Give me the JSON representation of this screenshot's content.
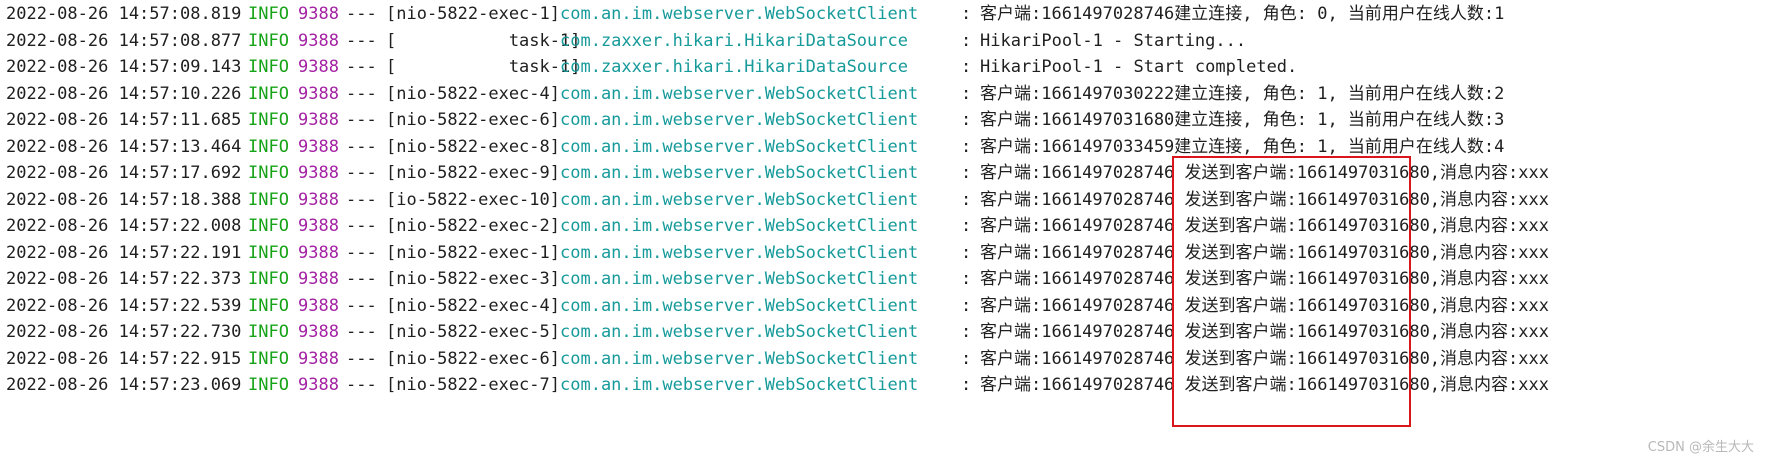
{
  "colors": {
    "info": "#17a317",
    "pid": "#a321a3",
    "logger": "#179a9a",
    "highlight_border": "#d9161c",
    "text": "#1f1f1f"
  },
  "log": {
    "lines": [
      {
        "time": "2022-08-26 14:57:08.819",
        "level": "INFO",
        "pid": "9388",
        "sep": "---",
        "thread": "[nio-5822-exec-1]",
        "logger": "com.an.im.webserver.WebSocketClient",
        "colon": ":",
        "message": "客户端:1661497028746建立连接, 角色: 0, 当前用户在线人数:1"
      },
      {
        "time": "2022-08-26 14:57:08.877",
        "level": "INFO",
        "pid": "9388",
        "sep": "---",
        "thread": "[           task-1]",
        "logger": "com.zaxxer.hikari.HikariDataSource",
        "colon": ":",
        "message": "HikariPool-1 - Starting..."
      },
      {
        "time": "2022-08-26 14:57:09.143",
        "level": "INFO",
        "pid": "9388",
        "sep": "---",
        "thread": "[           task-1]",
        "logger": "com.zaxxer.hikari.HikariDataSource",
        "colon": ":",
        "message": "HikariPool-1 - Start completed."
      },
      {
        "time": "2022-08-26 14:57:10.226",
        "level": "INFO",
        "pid": "9388",
        "sep": "---",
        "thread": "[nio-5822-exec-4]",
        "logger": "com.an.im.webserver.WebSocketClient",
        "colon": ":",
        "message": "客户端:1661497030222建立连接, 角色: 1, 当前用户在线人数:2"
      },
      {
        "time": "2022-08-26 14:57:11.685",
        "level": "INFO",
        "pid": "9388",
        "sep": "---",
        "thread": "[nio-5822-exec-6]",
        "logger": "com.an.im.webserver.WebSocketClient",
        "colon": ":",
        "message": "客户端:1661497031680建立连接, 角色: 1, 当前用户在线人数:3"
      },
      {
        "time": "2022-08-26 14:57:13.464",
        "level": "INFO",
        "pid": "9388",
        "sep": "---",
        "thread": "[nio-5822-exec-8]",
        "logger": "com.an.im.webserver.WebSocketClient",
        "colon": ":",
        "message": "客户端:1661497033459建立连接, 角色: 1, 当前用户在线人数:4"
      },
      {
        "time": "2022-08-26 14:57:17.692",
        "level": "INFO",
        "pid": "9388",
        "sep": "---",
        "thread": "[nio-5822-exec-9]",
        "logger": "com.an.im.webserver.WebSocketClient",
        "colon": ":",
        "message": "客户端:1661497028746 发送到客户端:1661497031680,消息内容:xxx"
      },
      {
        "time": "2022-08-26 14:57:18.388",
        "level": "INFO",
        "pid": "9388",
        "sep": "---",
        "thread": "[io-5822-exec-10]",
        "logger": "com.an.im.webserver.WebSocketClient",
        "colon": ":",
        "message": "客户端:1661497028746 发送到客户端:1661497031680,消息内容:xxx"
      },
      {
        "time": "2022-08-26 14:57:22.008",
        "level": "INFO",
        "pid": "9388",
        "sep": "---",
        "thread": "[nio-5822-exec-2]",
        "logger": "com.an.im.webserver.WebSocketClient",
        "colon": ":",
        "message": "客户端:1661497028746 发送到客户端:1661497031680,消息内容:xxx"
      },
      {
        "time": "2022-08-26 14:57:22.191",
        "level": "INFO",
        "pid": "9388",
        "sep": "---",
        "thread": "[nio-5822-exec-1]",
        "logger": "com.an.im.webserver.WebSocketClient",
        "colon": ":",
        "message": "客户端:1661497028746 发送到客户端:1661497031680,消息内容:xxx"
      },
      {
        "time": "2022-08-26 14:57:22.373",
        "level": "INFO",
        "pid": "9388",
        "sep": "---",
        "thread": "[nio-5822-exec-3]",
        "logger": "com.an.im.webserver.WebSocketClient",
        "colon": ":",
        "message": "客户端:1661497028746 发送到客户端:1661497031680,消息内容:xxx"
      },
      {
        "time": "2022-08-26 14:57:22.539",
        "level": "INFO",
        "pid": "9388",
        "sep": "---",
        "thread": "[nio-5822-exec-4]",
        "logger": "com.an.im.webserver.WebSocketClient",
        "colon": ":",
        "message": "客户端:1661497028746 发送到客户端:1661497031680,消息内容:xxx"
      },
      {
        "time": "2022-08-26 14:57:22.730",
        "level": "INFO",
        "pid": "9388",
        "sep": "---",
        "thread": "[nio-5822-exec-5]",
        "logger": "com.an.im.webserver.WebSocketClient",
        "colon": ":",
        "message": "客户端:1661497028746 发送到客户端:1661497031680,消息内容:xxx"
      },
      {
        "time": "2022-08-26 14:57:22.915",
        "level": "INFO",
        "pid": "9388",
        "sep": "---",
        "thread": "[nio-5822-exec-6]",
        "logger": "com.an.im.webserver.WebSocketClient",
        "colon": ":",
        "message": "客户端:1661497028746 发送到客户端:1661497031680,消息内容:xxx"
      },
      {
        "time": "2022-08-26 14:57:23.069",
        "level": "INFO",
        "pid": "9388",
        "sep": "---",
        "thread": "[nio-5822-exec-7]",
        "logger": "com.an.im.webserver.WebSocketClient",
        "colon": ":",
        "message": "客户端:1661497028746 发送到客户端:1661497031680,消息内容:xxx"
      }
    ]
  },
  "watermark": "CSDN @余生大大"
}
